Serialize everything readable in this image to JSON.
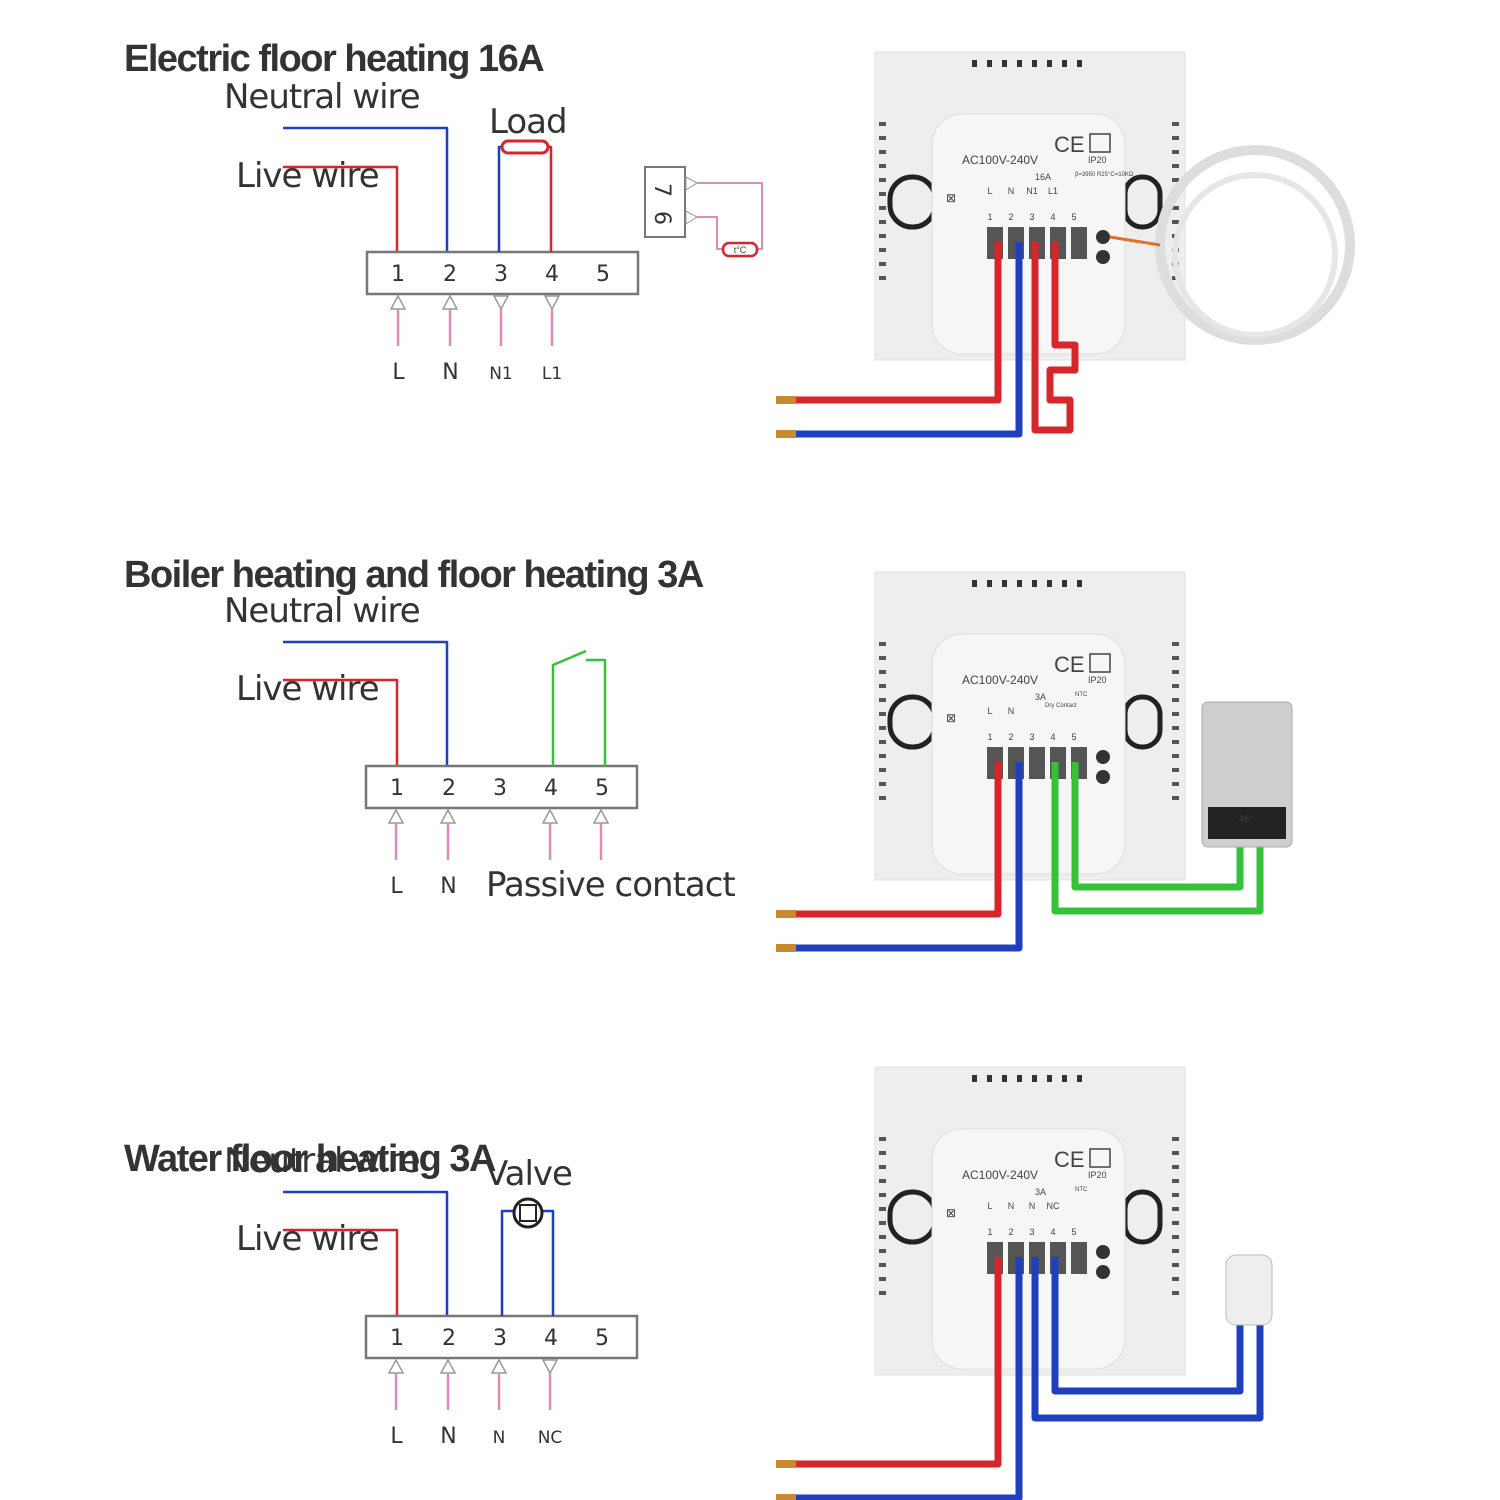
{
  "sections": [
    {
      "title": "Electric floor heating 16A",
      "neutral_label": "Neutral wire",
      "live_label": "Live wire",
      "load_label": "Load",
      "terminals": [
        "1",
        "2",
        "3",
        "4",
        "5"
      ],
      "bottom_labels": [
        "L",
        "N",
        "N1",
        "L1"
      ],
      "sensor_terminals": [
        "7",
        "6"
      ],
      "sensor_label": "t°C",
      "device": {
        "voltage": "AC100V-240V",
        "rating": "16A",
        "ip": "IP20",
        "ce": "CE",
        "pins": [
          "L",
          "N",
          "N1",
          "L1"
        ],
        "pin_numbers": [
          "1",
          "2",
          "3",
          "4",
          "5"
        ],
        "sensor_spec": "β=3950 R25°C=10KΩ"
      }
    },
    {
      "title": "Boiler heating and floor heating 3A",
      "neutral_label": "Neutral wire",
      "live_label": "Live wire",
      "terminals": [
        "1",
        "2",
        "3",
        "4",
        "5"
      ],
      "bottom_labels": [
        "L",
        "N"
      ],
      "contact_label": "Passive contact",
      "device": {
        "voltage": "AC100V-240V",
        "rating": "3A",
        "ip": "IP20",
        "ce": "CE",
        "pins": [
          "L",
          "N"
        ],
        "pin_numbers": [
          "1",
          "2",
          "3",
          "4",
          "5"
        ],
        "sensor_spec": "NTC",
        "contact": "Dry Contact",
        "boiler_display": "45°"
      }
    },
    {
      "title": "Water floor heating 3A",
      "neutral_label": "Neutral wire",
      "live_label": "Live wire",
      "valve_label": "Valve",
      "terminals": [
        "1",
        "2",
        "3",
        "4",
        "5"
      ],
      "bottom_labels": [
        "L",
        "N",
        "N",
        "NC"
      ],
      "device": {
        "voltage": "AC100V-240V",
        "rating": "3A",
        "ip": "IP20",
        "ce": "CE",
        "pins": [
          "L",
          "N",
          "N",
          "NC"
        ],
        "pin_numbers": [
          "1",
          "2",
          "3",
          "4",
          "5"
        ],
        "sensor_spec": "NTC"
      }
    }
  ],
  "colors": {
    "live": "#d6252b",
    "neutral": "#1f3fbf",
    "contact": "#35c23a",
    "signal": "#e08ab8",
    "text": "#333333"
  }
}
